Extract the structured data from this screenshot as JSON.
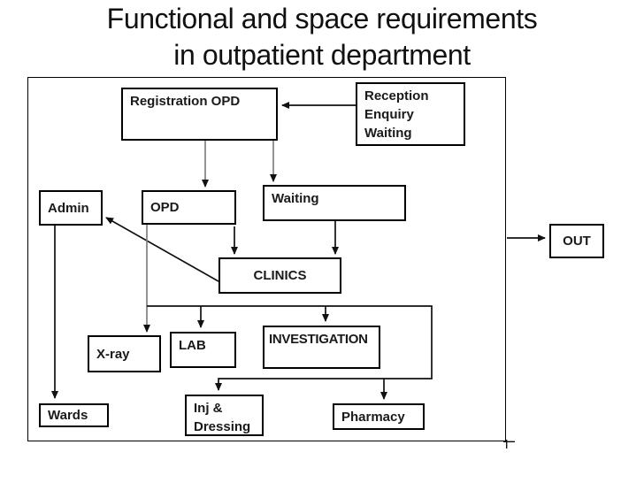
{
  "slide": {
    "title_line1": "Functional and space requirements",
    "title_line2": "in outpatient department"
  },
  "nodes": {
    "registration_opd": {
      "label": "Registration OPD"
    },
    "reception": {
      "label": "Reception\nEnquiry\nWaiting"
    },
    "admin": {
      "label": "Admin"
    },
    "opd": {
      "label": "OPD"
    },
    "waiting": {
      "label": "Waiting"
    },
    "clinics": {
      "label": "CLINICS"
    },
    "xray": {
      "label": "X-ray"
    },
    "lab": {
      "label": "LAB"
    },
    "investigation": {
      "label": "INVESTIGATION"
    },
    "wards": {
      "label": "Wards"
    },
    "inj_dressing": {
      "label": "Inj &\nDressing"
    },
    "pharmacy": {
      "label": "Pharmacy"
    },
    "out": {
      "label": "OUT"
    }
  },
  "connections": [
    {
      "from": "reception",
      "to": "registration_opd",
      "line_color": "black"
    },
    {
      "from": "registration_opd",
      "to": "opd",
      "line_color": "gray"
    },
    {
      "from": "registration_opd",
      "to": "waiting",
      "line_color": "gray"
    },
    {
      "from": "opd",
      "to": "clinics",
      "line_color": "black"
    },
    {
      "from": "waiting",
      "to": "clinics",
      "line_color": "black"
    },
    {
      "from": "clinics",
      "to": "admin",
      "line_color": "black"
    },
    {
      "from": "opd",
      "to": "xray",
      "line_color": "gray"
    },
    {
      "from": "opd",
      "to": "lab",
      "line_color": "black"
    },
    {
      "from": "opd",
      "to": "investigation",
      "line_color": "black"
    },
    {
      "from": "investigation_branch",
      "to": "inj_dressing",
      "line_color": "black"
    },
    {
      "from": "investigation_branch",
      "to": "pharmacy",
      "line_color": "black"
    },
    {
      "from": "admin",
      "to": "wards",
      "line_color": "black"
    },
    {
      "from": "department_box",
      "to": "out",
      "line_color": "black"
    }
  ],
  "colors": {
    "background": "#ffffff",
    "title_text": "#111111",
    "box_border": "#000000",
    "connector_black": "#111111",
    "connector_gray": "#808080"
  }
}
